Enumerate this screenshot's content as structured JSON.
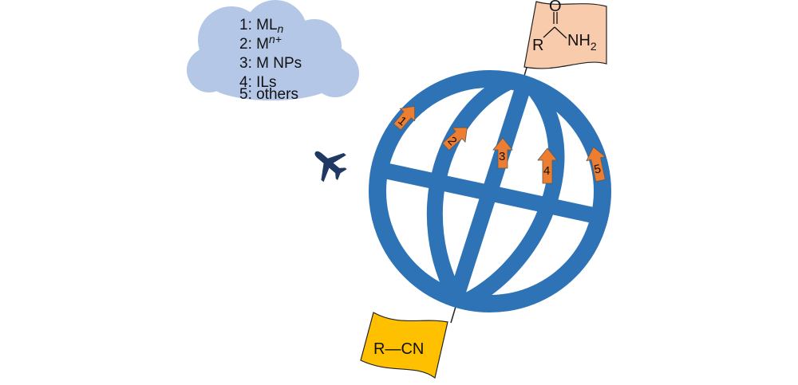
{
  "colors": {
    "globe": "#2e73b5",
    "cloud": "#b4c7e7",
    "arrow": "#ed7d31",
    "flag_top": "#f8cbad",
    "flag_bottom": "#ffc000",
    "plane": "#1f3864"
  },
  "legend": {
    "items": [
      {
        "num": "1",
        "text": "ML",
        "sub": "n",
        "sup": ""
      },
      {
        "num": "2",
        "text": "M",
        "sub": "",
        "sup": "n+"
      },
      {
        "num": "3",
        "text": "M NPs",
        "sub": "",
        "sup": ""
      },
      {
        "num": "4",
        "text": "ILs",
        "sub": "",
        "sup": ""
      },
      {
        "num": "5",
        "text": "others",
        "sub": "",
        "sup": ""
      }
    ]
  },
  "flags": {
    "product": {
      "r": "R",
      "o": "O",
      "nh": "NH",
      "sub": "2"
    },
    "reactant": {
      "r": "R",
      "bond": "—",
      "cn": "CN"
    }
  },
  "arrows": [
    "1",
    "2",
    "3",
    "4",
    "5"
  ],
  "icons": {
    "plane": "airplane-icon"
  }
}
